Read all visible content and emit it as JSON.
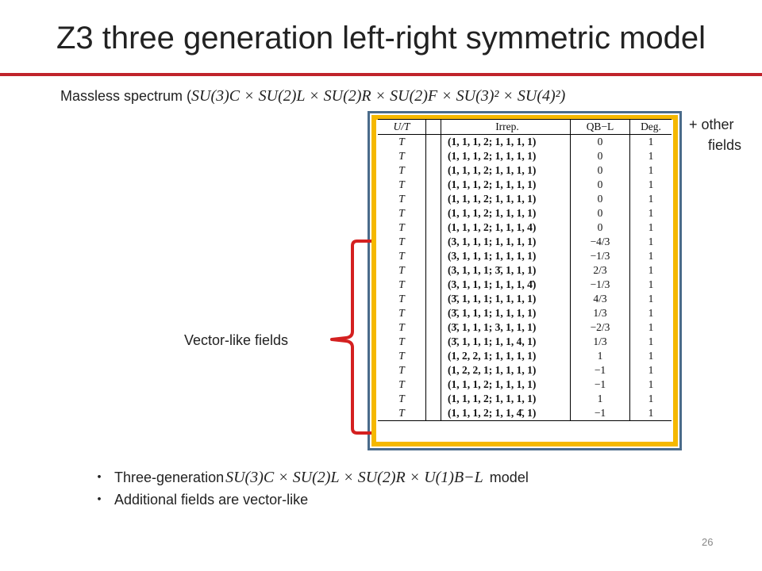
{
  "slide": {
    "title": "Z3 three generation left-right symmetric model",
    "subtitle_label": "Massless spectrum (",
    "subtitle_math": "SU(3)C × SU(2)L × SU(2)R × SU(2)F × SU(3)² × SU(4)²)",
    "other_fields": [
      "+ other",
      "fields"
    ],
    "brace_label": "Vector-like fields",
    "page_number": "26",
    "accent_color": "#c0232b",
    "brace_color": "#d42020",
    "frame_outer_color": "#4a6b8a",
    "frame_inner_color": "#f5b800"
  },
  "table": {
    "headers": [
      "U/T",
      "Irrep.",
      "QB−L",
      "Deg."
    ],
    "rows": [
      {
        "ut": "T",
        "irrep": "(1, 1, 1, 2; 1, 1, 1, 1)",
        "q": "0",
        "deg": "1"
      },
      {
        "ut": "T",
        "irrep": "(1, 1, 1, 2; 1, 1, 1, 1)",
        "q": "0",
        "deg": "1"
      },
      {
        "ut": "T",
        "irrep": "(1, 1, 1, 2; 1, 1, 1, 1)",
        "q": "0",
        "deg": "1"
      },
      {
        "ut": "T",
        "irrep": "(1, 1, 1, 2; 1, 1, 1, 1)",
        "q": "0",
        "deg": "1"
      },
      {
        "ut": "T",
        "irrep": "(1, 1, 1, 2; 1, 1, 1, 1)",
        "q": "0",
        "deg": "1"
      },
      {
        "ut": "T",
        "irrep": "(1, 1, 1, 2; 1, 1, 1, 1)",
        "q": "0",
        "deg": "1"
      },
      {
        "ut": "T",
        "irrep": "(1, 1, 1, 2; 1, 1, 1, 4)",
        "q": "0",
        "deg": "1"
      },
      {
        "ut": "T",
        "irrep": "(3, 1, 1, 1; 1, 1, 1, 1)",
        "q": "−4/3",
        "deg": "1"
      },
      {
        "ut": "T",
        "irrep": "(3, 1, 1, 1; 1, 1, 1, 1)",
        "q": "−1/3",
        "deg": "1"
      },
      {
        "ut": "T",
        "irrep": "(3, 1, 1, 1; 3̄, 1, 1, 1)",
        "q": "2/3",
        "deg": "1"
      },
      {
        "ut": "T",
        "irrep": "(3, 1, 1, 1; 1, 1, 1, 4̄)",
        "q": "−1/3",
        "deg": "1"
      },
      {
        "ut": "T",
        "irrep": "(3̄, 1, 1, 1; 1, 1, 1, 1)",
        "q": "4/3",
        "deg": "1"
      },
      {
        "ut": "T",
        "irrep": "(3̄, 1, 1, 1; 1, 1, 1, 1)",
        "q": "1/3",
        "deg": "1"
      },
      {
        "ut": "T",
        "irrep": "(3̄, 1, 1, 1; 3, 1, 1, 1)",
        "q": "−2/3",
        "deg": "1"
      },
      {
        "ut": "T",
        "irrep": "(3̄, 1, 1, 1; 1, 1, 4, 1)",
        "q": "1/3",
        "deg": "1"
      },
      {
        "ut": "T",
        "irrep": "(1, 2, 2, 1; 1, 1, 1, 1)",
        "q": "1",
        "deg": "1"
      },
      {
        "ut": "T",
        "irrep": "(1, 2, 2, 1; 1, 1, 1, 1)",
        "q": "−1",
        "deg": "1"
      },
      {
        "ut": "T",
        "irrep": "(1, 1, 1, 2; 1, 1, 1, 1)",
        "q": "−1",
        "deg": "1"
      },
      {
        "ut": "T",
        "irrep": "(1, 1, 1, 2; 1, 1, 1, 1)",
        "q": "1",
        "deg": "1"
      },
      {
        "ut": "T",
        "irrep": "(1, 1, 1, 2; 1, 1, 4̄, 1)",
        "q": "−1",
        "deg": "1"
      }
    ]
  },
  "bullets": [
    {
      "marker": "・",
      "text_before": "Three-generation",
      "math": "SU(3)C × SU(2)L × SU(2)R × U(1)B−L",
      "text_after": "model"
    },
    {
      "marker": "・",
      "text_before": "Additional fields are vector-like",
      "math": "",
      "text_after": ""
    }
  ]
}
